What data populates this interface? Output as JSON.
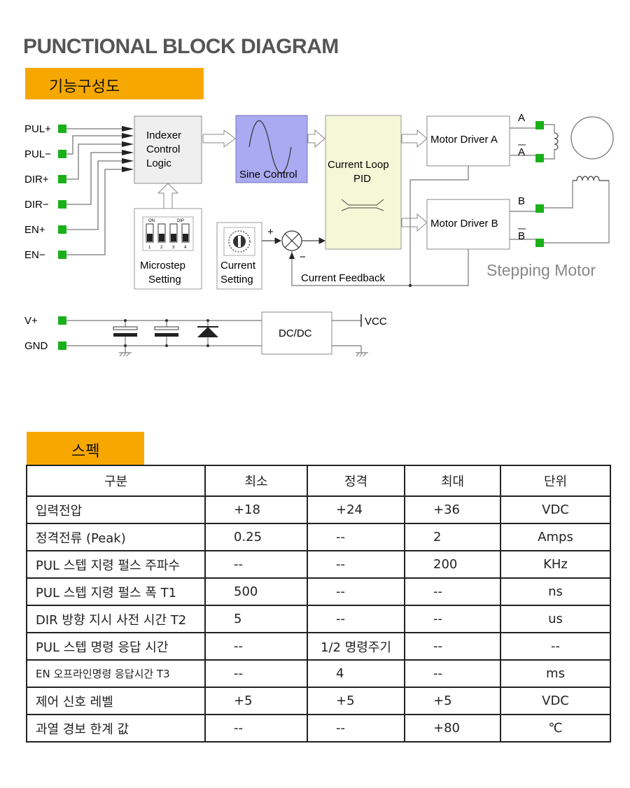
{
  "title": "PUNCTIONAL BLOCK DIAGRAM",
  "section1_label": "기능구성도",
  "section2_label": "스펙",
  "diagram": {
    "inputs": [
      "PUL+",
      "PUL−",
      "DIR+",
      "DIR−",
      "EN+",
      "EN−"
    ],
    "indexer": [
      "Indexer",
      "Control",
      "Logic"
    ],
    "sine": "Sine Control",
    "pid": [
      "Current Loop",
      "PID"
    ],
    "driver_a": "Motor Driver A",
    "driver_b": "Motor Driver B",
    "microstep": [
      "Microstep",
      "Setting"
    ],
    "current_setting": [
      "Current",
      "Setting"
    ],
    "dip_on": "ON",
    "dip_dip": "DIP",
    "dip_nums": [
      "1",
      "2",
      "3",
      "4"
    ],
    "plus": "+",
    "minus": "−",
    "feedback": "Current Feedback",
    "out_a": "A",
    "out_abar": "A",
    "out_b": "B",
    "out_bbar": "B",
    "motor": "Stepping Motor",
    "vplus": "V+",
    "gnd": "GND",
    "dcdc": "DC/DC",
    "vcc": "VCC",
    "colors": {
      "green": "#1ab01a",
      "sine_fill": "#aaaaf2",
      "pid_fill": "#f4f8d6",
      "orange": "#f7a800"
    }
  },
  "spec": {
    "headers": [
      "구분",
      "최소",
      "정격",
      "최대",
      "단위"
    ],
    "rows": [
      [
        "입력전압",
        "+18",
        "+24",
        "+36",
        "VDC"
      ],
      [
        "정격전류  (Peak)",
        "0.25",
        "--",
        "2",
        "Amps"
      ],
      [
        "PUL 스텝 지령 펄스 주파수",
        "--",
        "--",
        "200",
        "KHz"
      ],
      [
        "PUL 스텝 지령 펄스 폭 T1",
        "500",
        "--",
        "--",
        "ns"
      ],
      [
        "DIR 방향 지시 사전 시간 T2",
        "5",
        "--",
        "--",
        "us"
      ],
      [
        "PUL 스텝 명령 응답 시간",
        "--",
        "1/2 명령주기",
        "--",
        "--"
      ],
      [
        "EN 오프라인명령   응답시간   T3",
        "--",
        "4",
        "--",
        "ms"
      ],
      [
        "제어 신호 레벨",
        "+5",
        "+5",
        "+5",
        "VDC"
      ],
      [
        "과열 경보 한계 값",
        "--",
        "--",
        "+80",
        "℃"
      ]
    ]
  }
}
